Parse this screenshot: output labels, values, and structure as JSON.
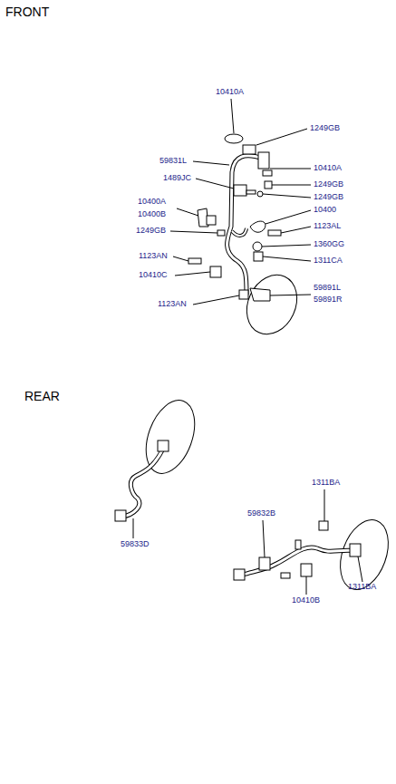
{
  "diagram": {
    "labels": [
      "FRONT",
      "10410A",
      "1249GB",
      "59831L",
      "1489JC",
      "10410A",
      "1249GB",
      "1249GB",
      "10400A",
      "10400B",
      "10400",
      "1249GB",
      "1123AL",
      "1360GG",
      "1123AN",
      "1311CA",
      "10410C",
      "59891L",
      "1123AN",
      "59891R",
      "REAR",
      "1311BA",
      "59832B",
      "59833D",
      "10410B",
      "1311BA"
    ]
  }
}
